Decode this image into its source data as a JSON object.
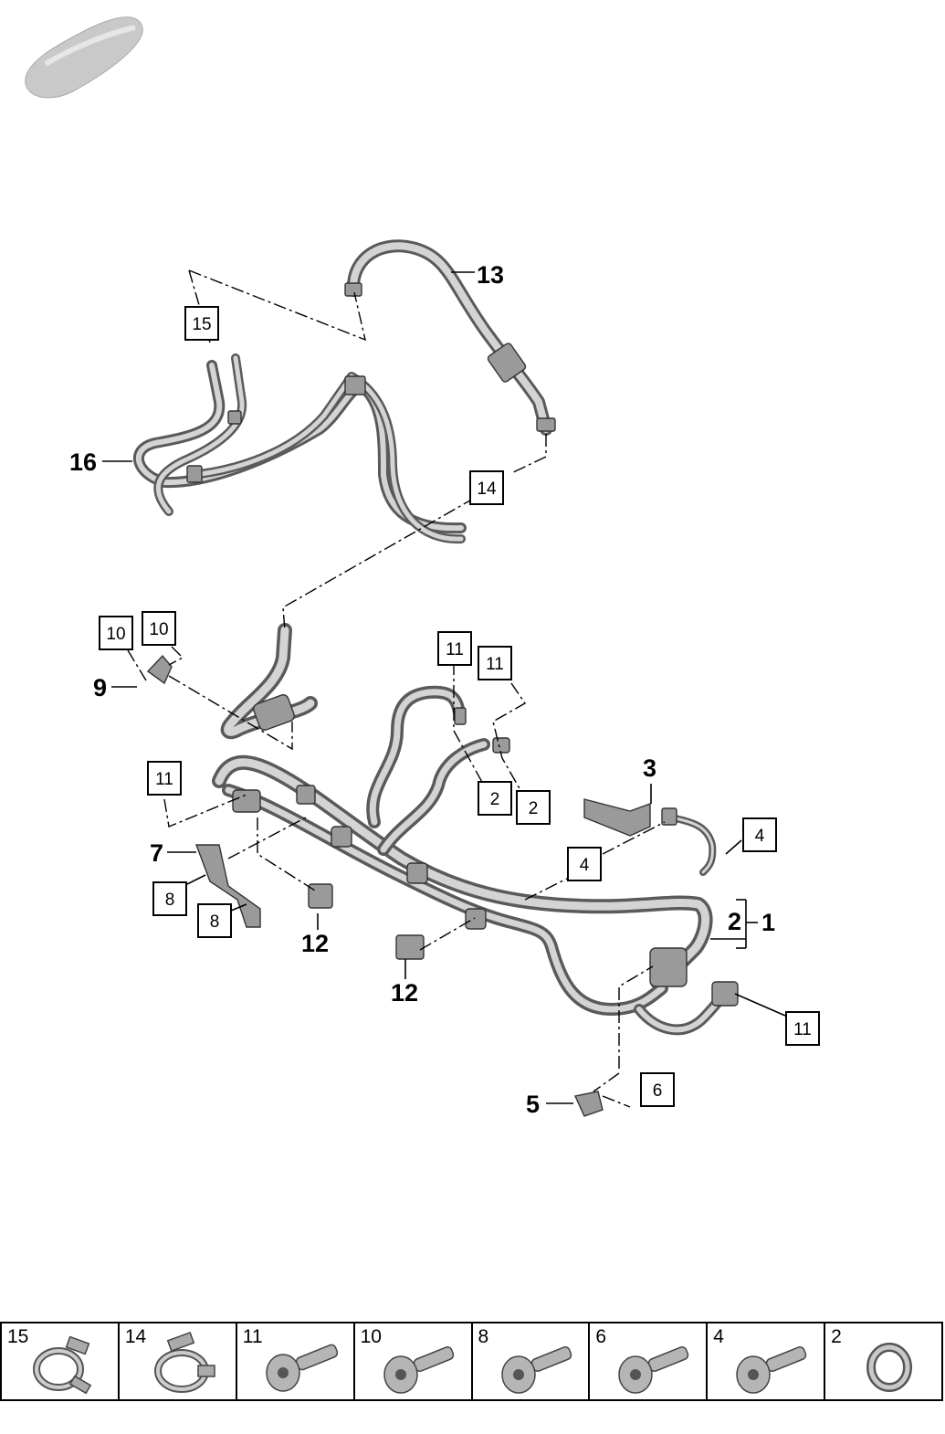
{
  "diagram": {
    "callouts": [
      {
        "id": "13",
        "label": "13"
      },
      {
        "id": "16",
        "label": "16"
      },
      {
        "id": "9",
        "label": "9"
      },
      {
        "id": "3",
        "label": "3"
      },
      {
        "id": "7",
        "label": "7"
      },
      {
        "id": "2",
        "label": "2"
      },
      {
        "id": "1",
        "label": "1"
      },
      {
        "id": "12a",
        "label": "12"
      },
      {
        "id": "12b",
        "label": "12"
      },
      {
        "id": "5",
        "label": "5"
      }
    ],
    "boxed_labels": [
      {
        "id": "b15",
        "label": "15"
      },
      {
        "id": "b14",
        "label": "14"
      },
      {
        "id": "b10a",
        "label": "10"
      },
      {
        "id": "b10b",
        "label": "10"
      },
      {
        "id": "b11a",
        "label": "11"
      },
      {
        "id": "b11b",
        "label": "11"
      },
      {
        "id": "b11c",
        "label": "11"
      },
      {
        "id": "b11d",
        "label": "11"
      },
      {
        "id": "b2a",
        "label": "2"
      },
      {
        "id": "b2b",
        "label": "2"
      },
      {
        "id": "b4a",
        "label": "4"
      },
      {
        "id": "b4b",
        "label": "4"
      },
      {
        "id": "b8a",
        "label": "8"
      },
      {
        "id": "b8b",
        "label": "8"
      },
      {
        "id": "b6",
        "label": "6"
      }
    ]
  },
  "parts_strip": [
    {
      "number": "15",
      "icon": "hose-clamp-icon"
    },
    {
      "number": "14",
      "icon": "hose-clamp-icon"
    },
    {
      "number": "11",
      "icon": "screw-icon"
    },
    {
      "number": "10",
      "icon": "screw-icon"
    },
    {
      "number": "8",
      "icon": "screw-icon"
    },
    {
      "number": "6",
      "icon": "screw-icon"
    },
    {
      "number": "4",
      "icon": "screw-icon"
    },
    {
      "number": "2",
      "icon": "sealing-ring-icon"
    }
  ]
}
